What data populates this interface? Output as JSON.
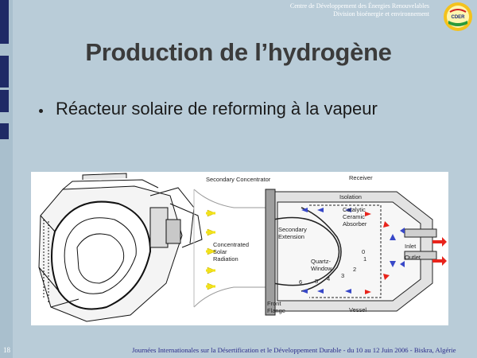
{
  "header": {
    "line1": "Centre de Développement des Énergies Renouvelables",
    "line2": "Division bioénergie et environnement",
    "logo_text": "CDER"
  },
  "title": "Production de l’hydrogène",
  "bullet": "Réacteur solaire de reforming à la vapeur",
  "figure": {
    "labels": {
      "secondary_concentrator": "Secondary Concentrator",
      "receiver": "Receiver",
      "isolation": "Isolation",
      "catalytic": "Catalytic",
      "ceramic": "Ceramic",
      "absorber": "Absorber",
      "secondary": "Secondary",
      "extension": "Extension",
      "concentrated": "Concentrated",
      "solar": "Solar",
      "radiation": "Radiation",
      "quartz": "Quartz-",
      "window": "Window",
      "front": "Front",
      "flange": "Flange",
      "vessel": "Vessel",
      "inlet": "Inlet",
      "outlet": "Outlet",
      "n0": "0",
      "n1": "1",
      "n2": "2",
      "n3": "3",
      "n4": "4",
      "n5": "5",
      "n6": "6"
    }
  },
  "slide_number": "18",
  "footer": "Journées Internationales sur la Désertification et le Développement Durable - du 10 au 12 Juin 2006 - Biskra, Algérie",
  "colors": {
    "background": "#b9ccd8",
    "tab": "#1f2a66",
    "title": "#3b3b3b",
    "footer_text": "#2a2a8a",
    "arrow_yellow": "#f2e21a",
    "arrow_red": "#e8241c",
    "arrow_blue": "#3848c8"
  }
}
